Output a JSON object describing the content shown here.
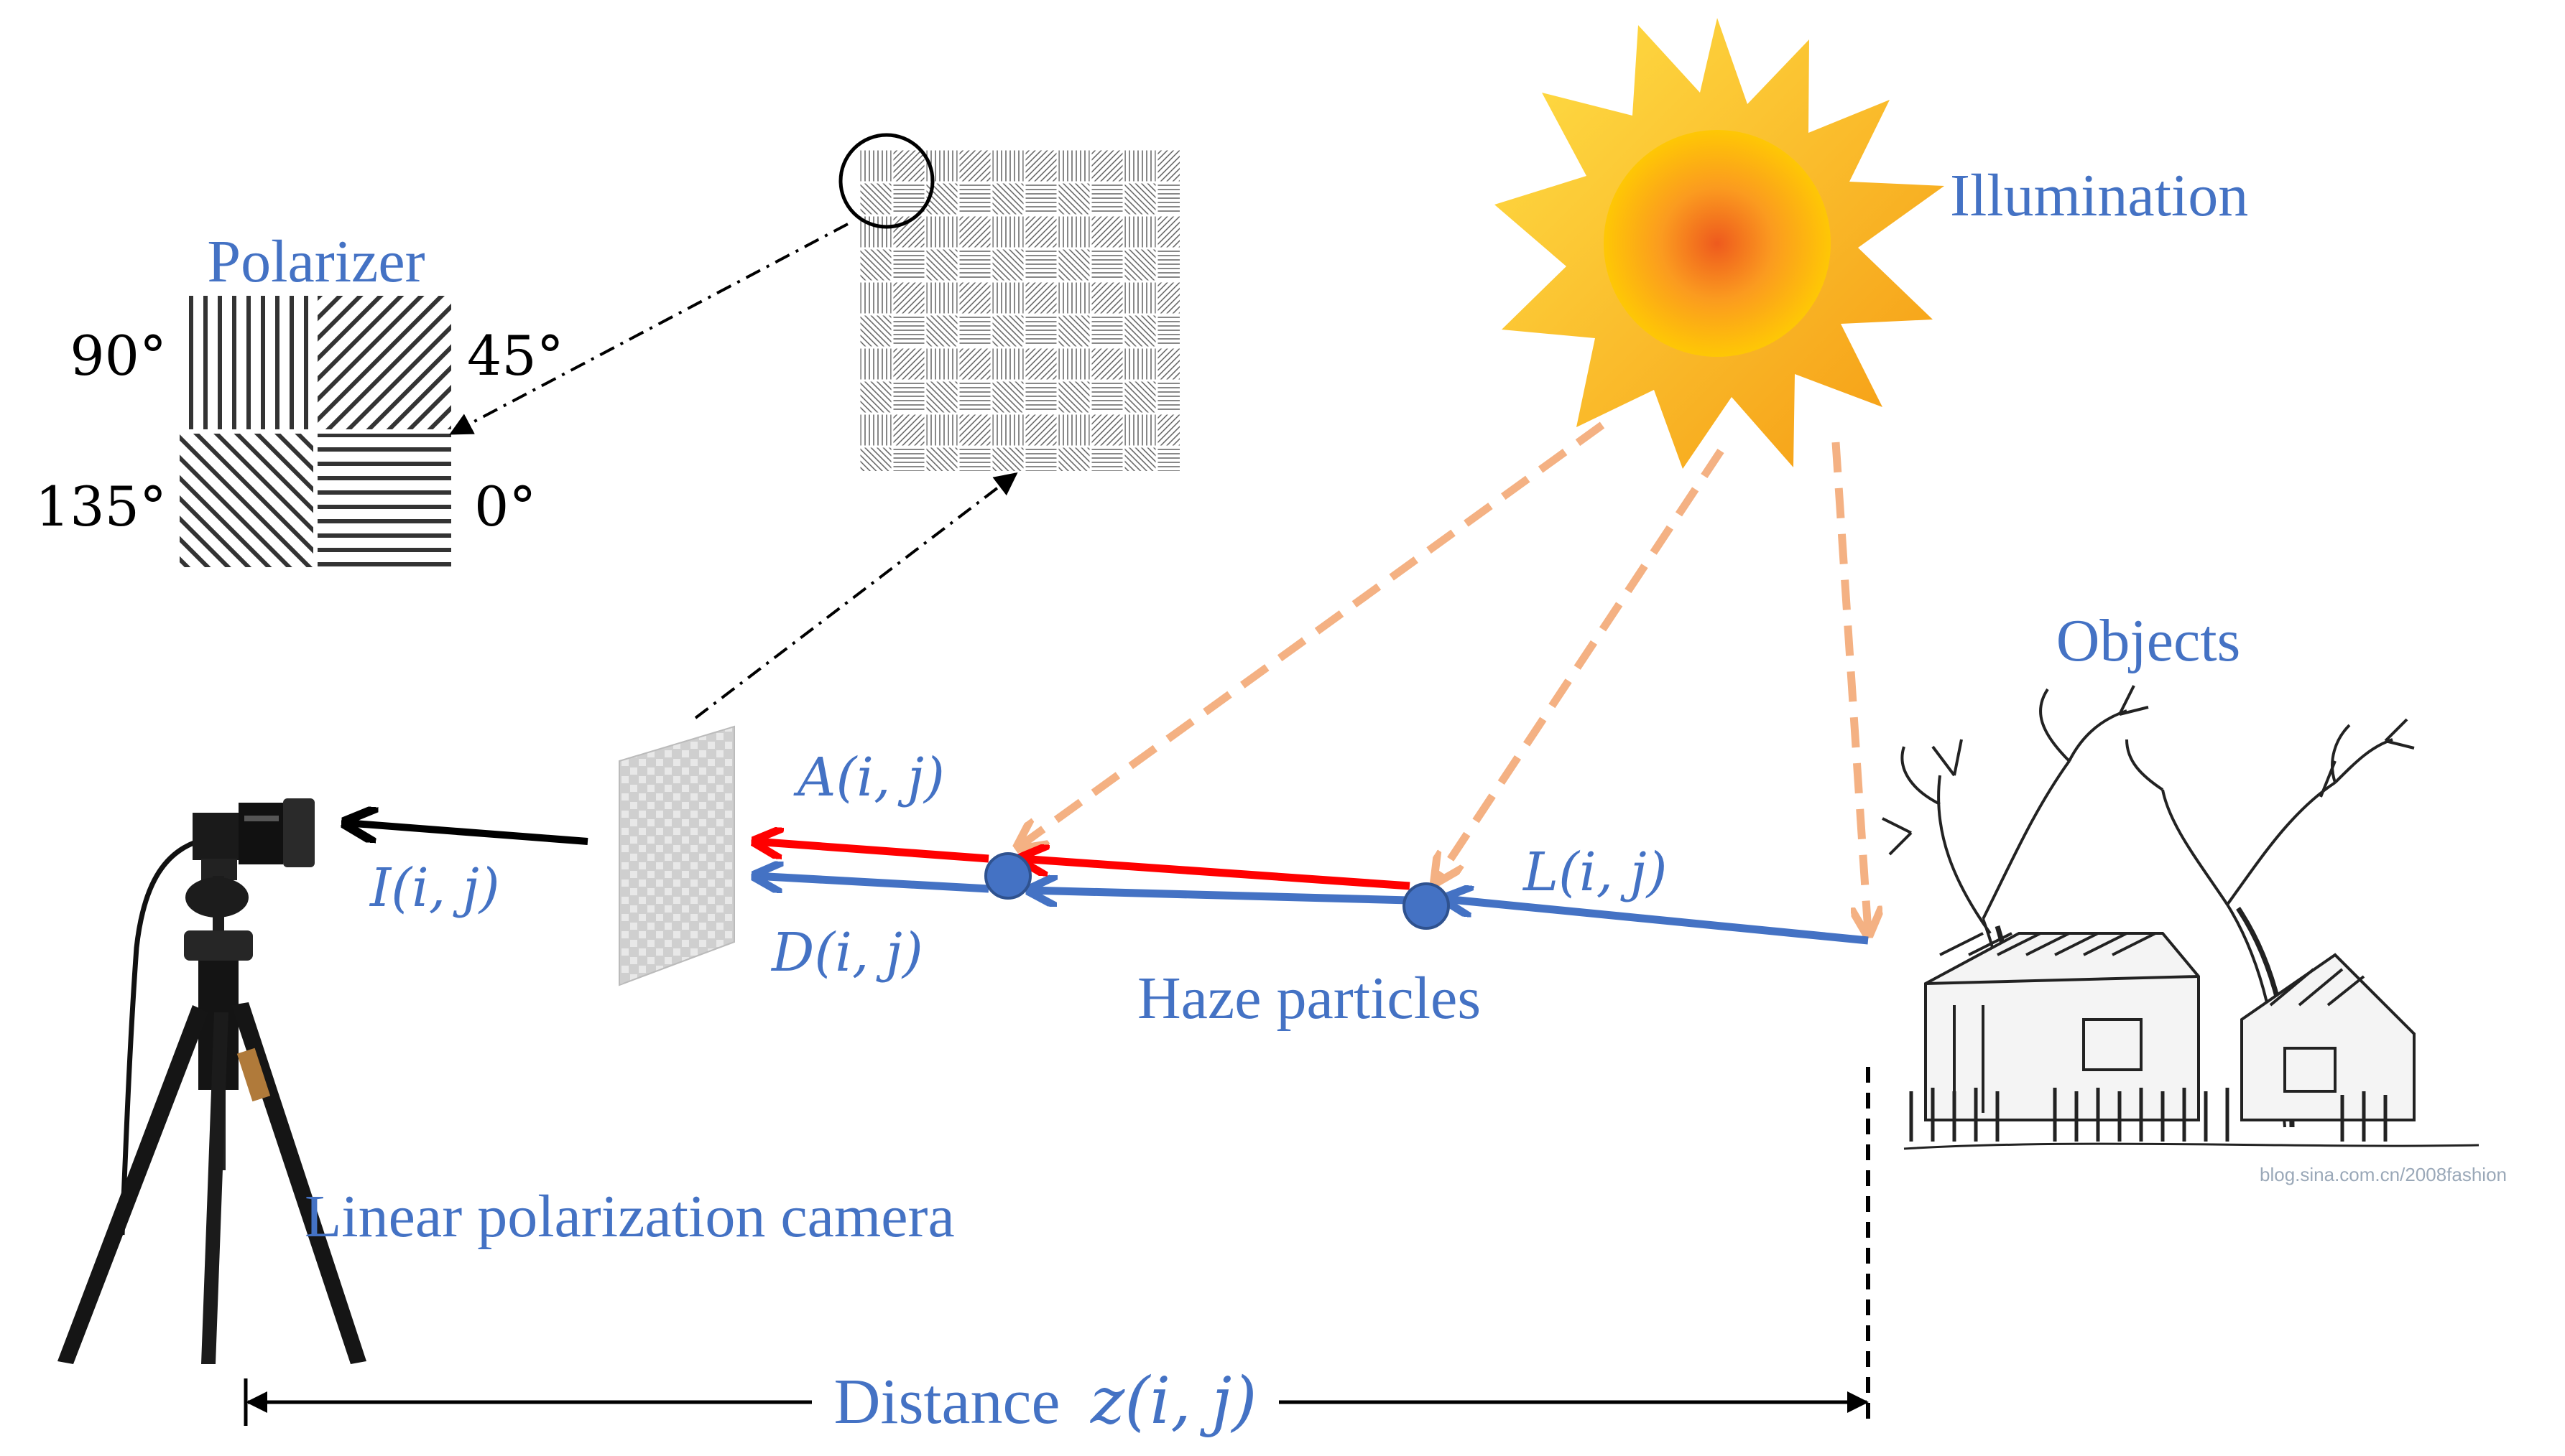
{
  "labels": {
    "polarizer": "Polarizer",
    "angle_90": "90°",
    "angle_45": "45°",
    "angle_135": "135°",
    "angle_0": "0°",
    "illumination": "Illumination",
    "objects": "Objects",
    "haze_particles": "Haze particles",
    "camera": "Linear polarization camera",
    "distance_word": "Distance",
    "distance_var": "z(i, j)",
    "signal_A": "A(i, j)",
    "signal_L": "L(i, j)",
    "signal_D": "D(i, j)",
    "signal_I": "I(i, j)",
    "watermark": "blog.sina.com.cn/2008fashion"
  },
  "colors": {
    "label_blue": "#4472c4",
    "airlight_red": "#ff0000",
    "direct_blue": "#4472c4",
    "sun_ray_orange": "#f4b183",
    "sun_core": "#ee5a1e",
    "sun_rim": "#ffd000"
  },
  "icons": [
    "sun-icon",
    "tripod-camera-icon",
    "house-trees-sketch",
    "polarizer-grid-icon",
    "polarizer-mosaic-icon"
  ]
}
